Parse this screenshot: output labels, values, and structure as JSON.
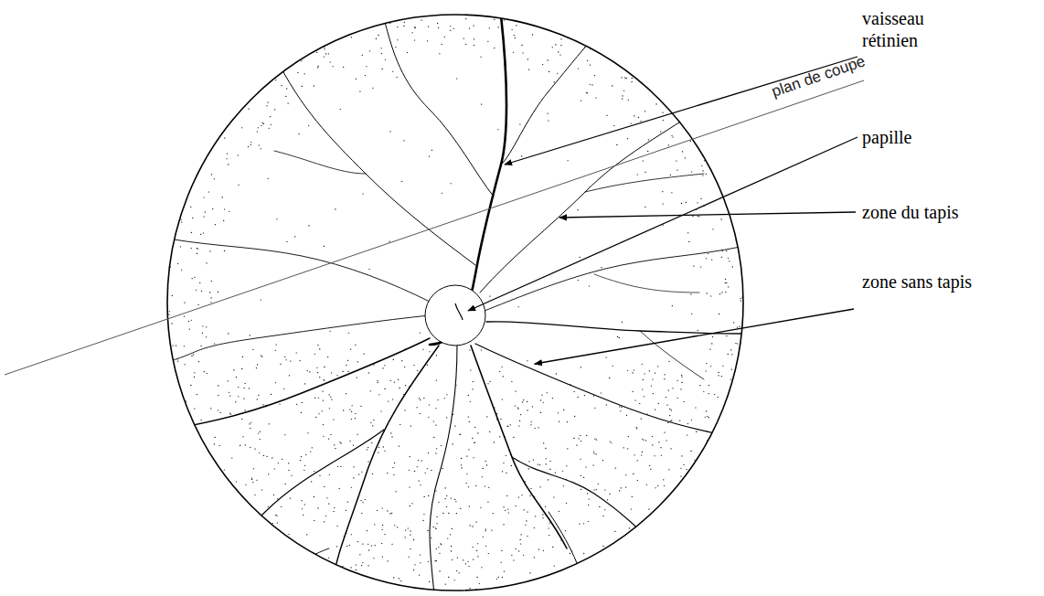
{
  "diagram": {
    "labels": [
      "vaisseau rétinien",
      "plan de coupe",
      "papille",
      "zone du tapis",
      "zone sans tapis"
    ]
  }
}
